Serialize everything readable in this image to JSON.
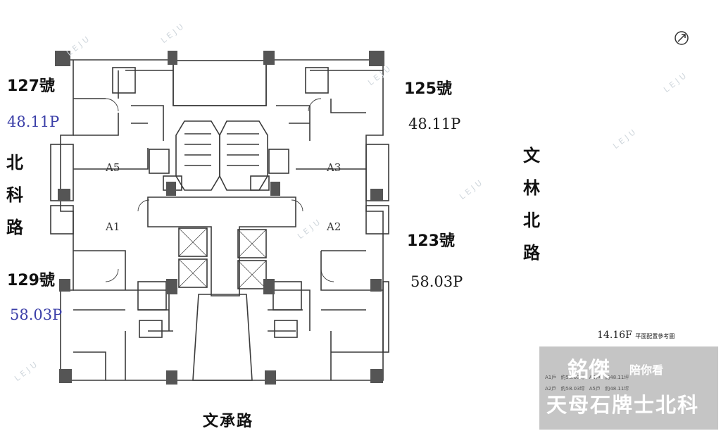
{
  "addresses": {
    "a127": "127號",
    "a125": "125號",
    "a123": "123號",
    "a129": "129號"
  },
  "areas": {
    "a127": "48.11P",
    "a125": "48.11P",
    "a123": "58.03P",
    "a129": "58.03P"
  },
  "roads": {
    "left": [
      "北",
      "科",
      "路"
    ],
    "right": [
      "文",
      "林",
      "北",
      "路"
    ],
    "bottom": "文承路"
  },
  "units": {
    "a5": "A5",
    "a3": "A3",
    "a1": "A1",
    "a2": "A2"
  },
  "legend": {
    "title": "14.16F",
    "subtitle": "平面配置參考圖",
    "rows": [
      [
        "A1戶",
        "約58.03坪",
        "A3戶",
        "約48.11坪"
      ],
      [
        "A2戶",
        "約58.03坪",
        "A5戶",
        "約48.11坪"
      ]
    ]
  },
  "watermark": "LEJU",
  "badge": {
    "line1": "銘傑",
    "line1_small": "陪你看",
    "line2": "天母石牌士北科"
  },
  "colors": {
    "wall": "#3a3a3a",
    "column": "#555555",
    "blue_text": "#3b3fa8",
    "badge_bg": "#9a9a9a"
  }
}
